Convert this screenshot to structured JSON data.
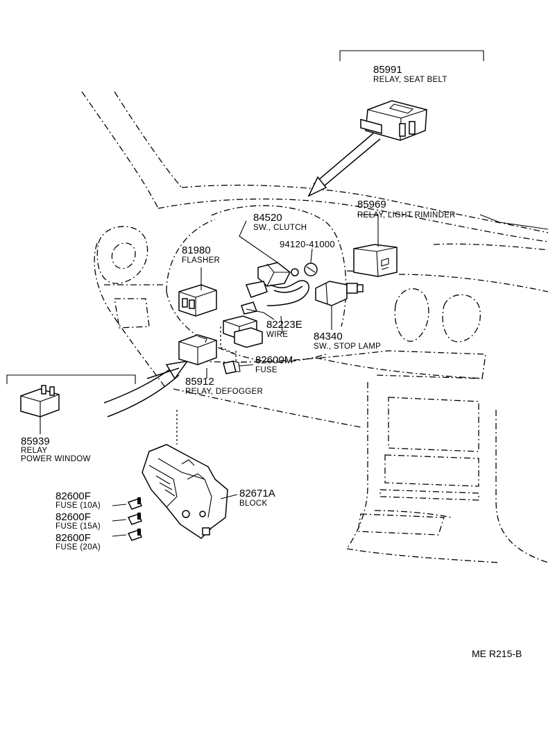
{
  "diagram": {
    "reference_code": "ME R215-B",
    "parts": [
      {
        "id": "seat-belt-relay",
        "number": "85991",
        "desc": [
          "RELAY, SEAT BELT"
        ]
      },
      {
        "id": "light-reminder-relay",
        "number": "85969",
        "desc": [
          "RELAY, LIGHT RIMINDER"
        ]
      },
      {
        "id": "clutch-switch",
        "number": "84520",
        "desc": [
          "SW., CLUTCH"
        ]
      },
      {
        "id": "bulb",
        "number": "94120-41000",
        "desc": []
      },
      {
        "id": "flasher",
        "number": "81980",
        "desc": [
          "FLASHER"
        ]
      },
      {
        "id": "wire",
        "number": "82223E",
        "desc": [
          "WIRE"
        ]
      },
      {
        "id": "stop-lamp-switch",
        "number": "84340",
        "desc": [
          "SW., STOP LAMP"
        ]
      },
      {
        "id": "fuse-m",
        "number": "82600M",
        "desc": [
          "FUSE"
        ]
      },
      {
        "id": "defogger-relay",
        "number": "85912",
        "desc": [
          "RELAY, DEFOGGER"
        ]
      },
      {
        "id": "power-window-relay",
        "number": "85939",
        "desc": [
          "RELAY",
          "POWER WINDOW"
        ]
      },
      {
        "id": "block",
        "number": "82671A",
        "desc": [
          "BLOCK"
        ]
      },
      {
        "id": "fuse-10a",
        "number": "82600F",
        "desc": [
          "FUSE (10A)"
        ]
      },
      {
        "id": "fuse-15a",
        "number": "82600F",
        "desc": [
          "FUSE (15A)"
        ]
      },
      {
        "id": "fuse-20a",
        "number": "82600F",
        "desc": [
          "FUSE (20A)"
        ]
      }
    ]
  }
}
